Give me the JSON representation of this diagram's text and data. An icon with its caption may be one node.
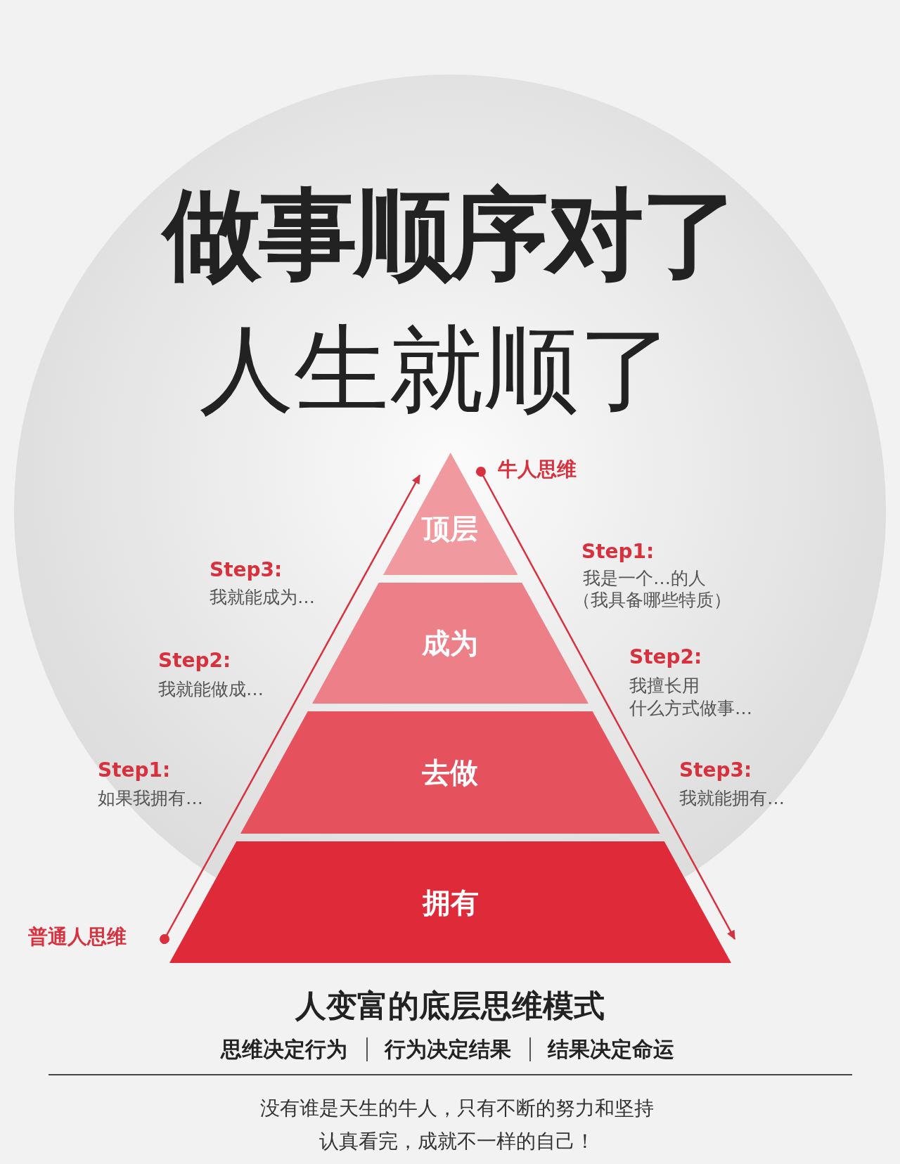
{
  "diagram": {
    "title": "做事顺序对了",
    "nodes": [
      {
        "text": [
          "顶层"
        ]
      },
      {
        "text": [
          "成为"
        ]
      },
      {
        "text": [
          "去做"
        ]
      },
      {
        "text": [
          "拥有"
        ]
      },
      {
        "text": [
          "普通人思维"
        ]
      },
      {
        "text": [
          "牛人思维"
        ]
      }
    ],
    "edges": [
      {
        "from": 4,
        "to": 0,
        "arrow": "to"
      },
      {
        "from": 5,
        "to": 3,
        "arrow": "to"
      }
    ],
    "labels": [
      "人生就顺了",
      "Step1:",
      "我是一个…的人",
      "（我具备哪些特质）",
      "Step3:",
      "我就能成为…",
      "Step2:",
      "我就能做成…",
      "Step2:",
      "我擅长用",
      "什么方式做事…",
      "Step1:",
      "如果我拥有…",
      "Step3:",
      "我就能拥有…",
      "人变富的底层思维模式",
      "思维决定行为",
      "行为决定结果",
      "结果决定命运",
      "没有谁是天生的牛人，只有不断的努力和坚持",
      "认真看完，成就不一样的自己！"
    ]
  }
}
